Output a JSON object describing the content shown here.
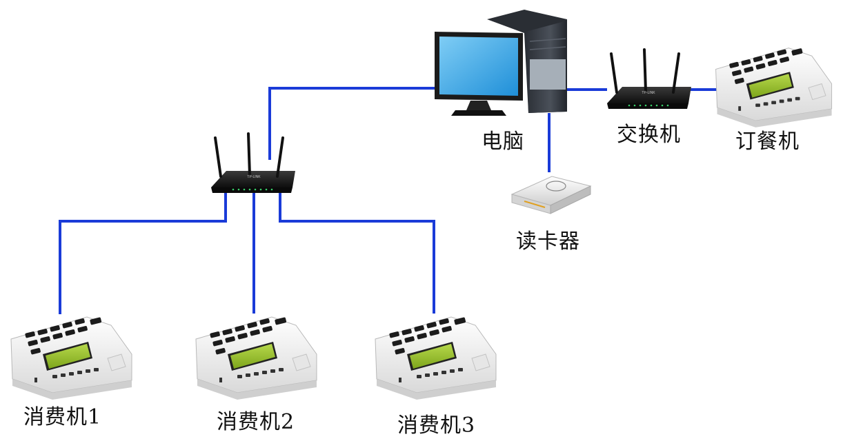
{
  "diagram": {
    "nodes": {
      "computer": {
        "label": "电脑"
      },
      "switch": {
        "label": "交换机"
      },
      "ordering_machine": {
        "label": "订餐机"
      },
      "card_reader": {
        "label": "读卡器"
      },
      "pos_1": {
        "label": "消费机1"
      },
      "pos_2": {
        "label": "消费机2"
      },
      "pos_3": {
        "label": "消费机3"
      }
    },
    "device_text": {
      "router_brand": "TP-LINK"
    }
  },
  "colors": {
    "link_line": "#1a3bd8",
    "router_body": "#1d1d1d",
    "monitor_screen": "#2ea0e6",
    "pos_body": "#f3f3f3",
    "pos_screen": "#8fbf2a"
  }
}
